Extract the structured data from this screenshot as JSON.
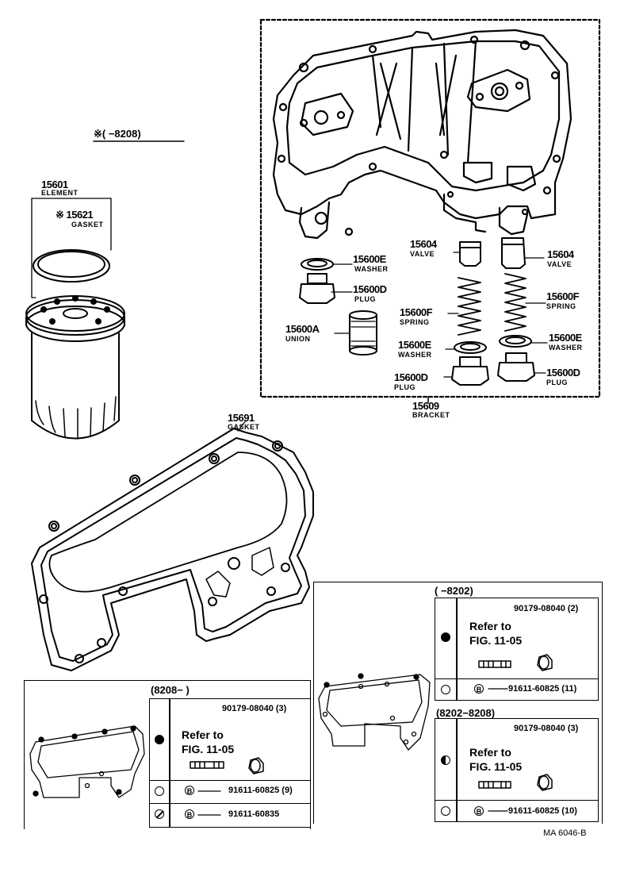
{
  "top_note": "※(    −8208)",
  "parts": {
    "element": {
      "num": "15601",
      "name": "ELEMENT"
    },
    "gasket_filter": {
      "num": "※ 15621",
      "name": "GASKET"
    },
    "washer_l": {
      "num": "15600E",
      "name": "WASHER"
    },
    "plug_l": {
      "num": "15600D",
      "name": "PLUG"
    },
    "union": {
      "num": "15600A",
      "name": "UNION"
    },
    "valve_l": {
      "num": "15604",
      "name": "VALVE"
    },
    "valve_r": {
      "num": "15604",
      "name": "VALVE"
    },
    "spring_l": {
      "num": "15600F",
      "name": "SPRING"
    },
    "spring_r": {
      "num": "15600F",
      "name": "SPRING"
    },
    "washer_ml": {
      "num": "15600E",
      "name": "WASHER"
    },
    "washer_r": {
      "num": "15600E",
      "name": "WASHER"
    },
    "plug_ml": {
      "num": "15600D",
      "name": "PLUG"
    },
    "plug_r": {
      "num": "15600D",
      "name": "PLUG"
    },
    "bracket": {
      "num": "15609",
      "name": "BRACKET"
    },
    "gasket_big": {
      "num": "15691",
      "name": "GASKET"
    }
  },
  "table_left": {
    "header": "(8208−        )",
    "bolt_part": "90179-08040 (3)",
    "refer1": "Refer to",
    "refer2": "FIG. 11-05",
    "row2_part": "91611-60825 (9)",
    "row3_part": "91611-60835",
    "b": "B"
  },
  "table_right_top": {
    "header": "(        −8202)",
    "bolt_part": "90179-08040 (2)",
    "refer1": "Refer to",
    "refer2": "FIG. 11-05",
    "row2_part": "91611-60825 (11)",
    "b": "B"
  },
  "table_right_bottom": {
    "header": "(8202−8208)",
    "bolt_part": "90179-08040 (3)",
    "refer1": "Refer to",
    "refer2": "FIG. 11-05",
    "row2_part": "91611-60825 (10)",
    "b": "B"
  },
  "footer_code": "MA  6046-B"
}
